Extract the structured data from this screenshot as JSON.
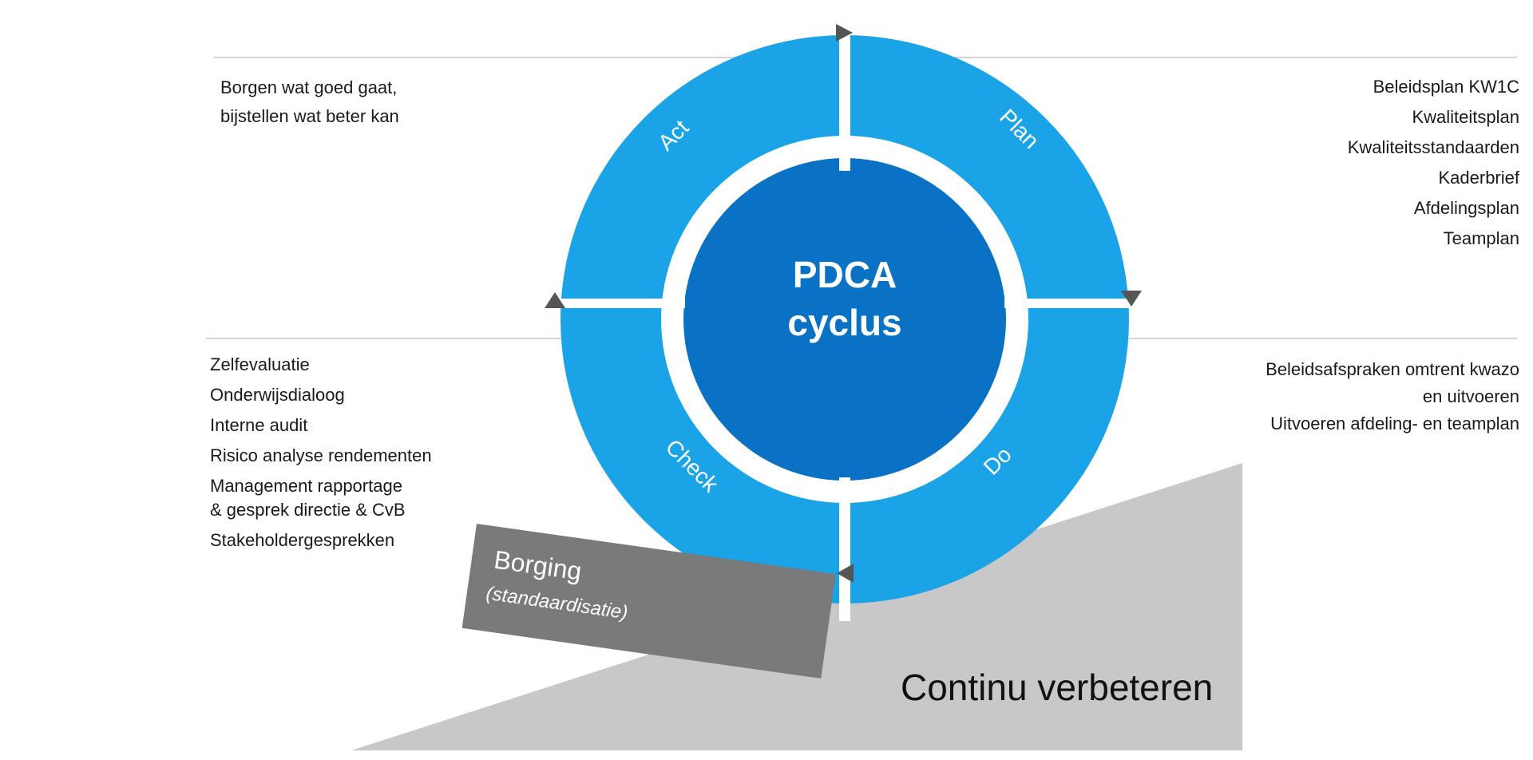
{
  "center": {
    "line1": "PDCA",
    "line2": "cyclus"
  },
  "segments": {
    "act": "Act",
    "plan": "Plan",
    "do": "Do",
    "check": "Check"
  },
  "act_text": [
    "Borgen wat goed gaat,",
    "bijstellen wat beter kan"
  ],
  "plan_items": [
    "Beleidsplan KW1C",
    "Kwaliteitsplan",
    "Kwaliteitsstandaarden",
    "Kaderbrief",
    "Afdelingsplan",
    "Teamplan"
  ],
  "do_items": [
    "Beleidsafspraken omtrent kwazo",
    "en uitvoeren",
    "Uitvoeren afdeling- en teamplan"
  ],
  "check_items": [
    "Zelfevaluatie",
    "Onderwijsdialoog",
    "Interne audit",
    "Risico analyse rendementen",
    "Management rapportage",
    "& gesprek directie & CvB",
    "Stakeholdergesprekken"
  ],
  "borging": {
    "title": "Borging",
    "subtitle": "(standaardisatie)"
  },
  "bottom_label": "Continu verbeteren",
  "colors": {
    "ring": "#1aa3e6",
    "center": "#0a72c4",
    "wedge": "#c8c8c8",
    "block": "#7a7a7a",
    "arrow": "#555555"
  }
}
